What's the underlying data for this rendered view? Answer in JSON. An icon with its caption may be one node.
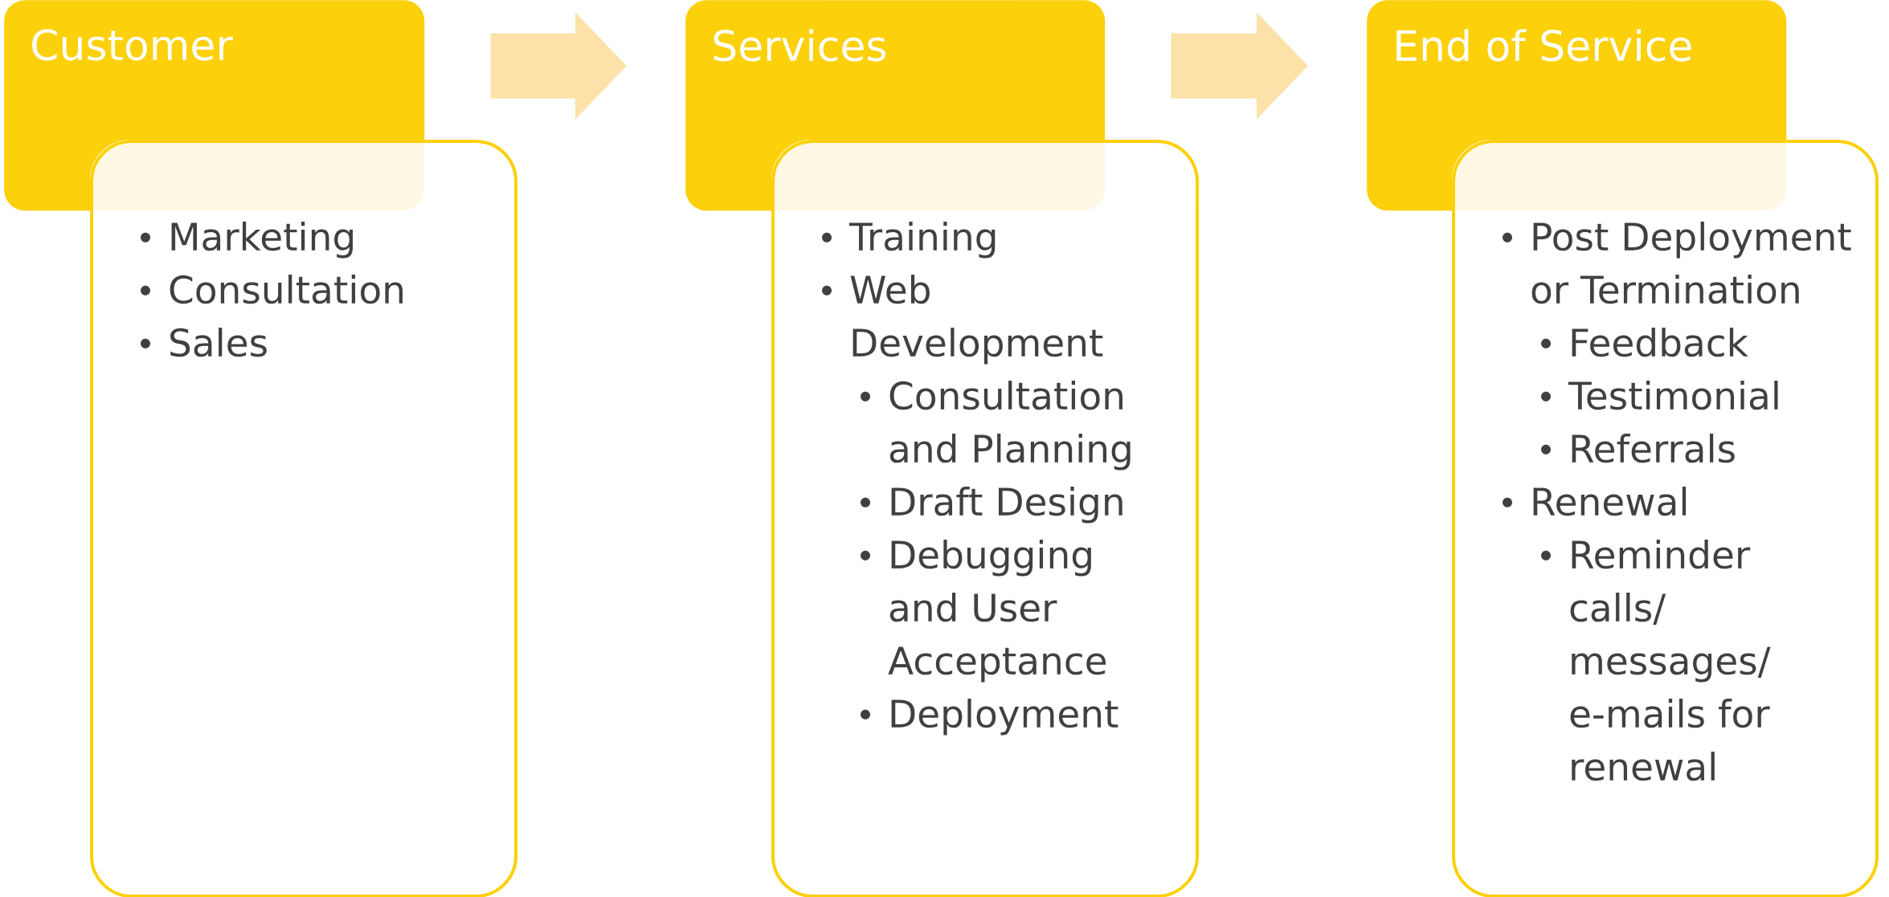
{
  "diagram": {
    "nodes": [
      {
        "text": [
          "Customer"
        ]
      },
      {
        "text": [
          "Marketing",
          "Consultation",
          "Sales"
        ]
      },
      {
        "text": [
          "Services"
        ]
      },
      {
        "text": [
          "Training",
          "Web Development",
          "Consultation and Planning",
          "Draft Design",
          "Debugging and User Acceptance",
          "Deployment"
        ]
      },
      {
        "text": [
          "End of Service"
        ]
      },
      {
        "text": [
          "Post Deployment or Termination",
          "Feedback",
          "Testimonial",
          "Referrals",
          "Renewal",
          "Reminder calls/ messages/ e-mails for renewal"
        ]
      }
    ],
    "edges": [
      {
        "from": 0,
        "to": 2,
        "arrow": "to"
      },
      {
        "from": 2,
        "to": 4,
        "arrow": "to"
      }
    ]
  }
}
